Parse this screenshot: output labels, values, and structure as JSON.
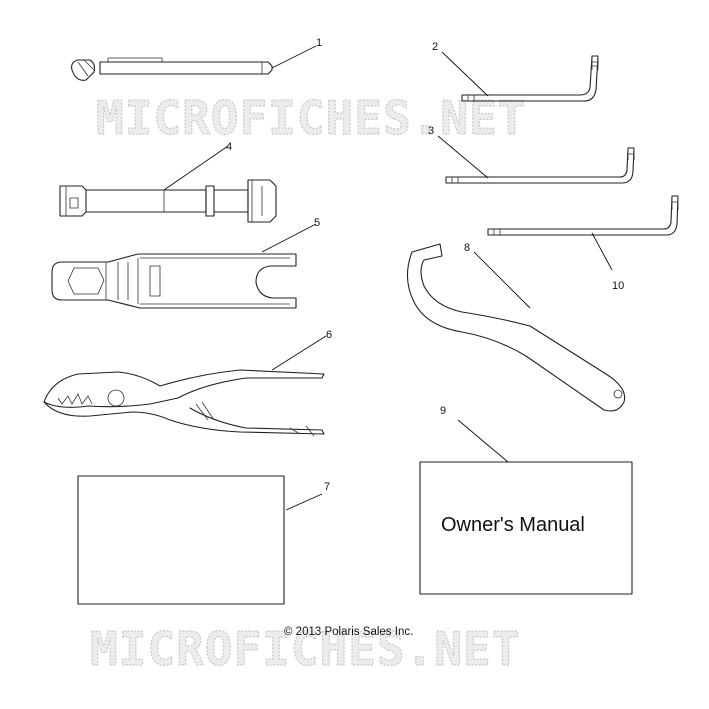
{
  "watermark": "MICROFICHES.NET",
  "manual_title": "Owner's Manual",
  "copyright": "© 2013 Polaris Sales Inc.",
  "callouts": {
    "c1": "1",
    "c2": "2",
    "c3": "3",
    "c4": "4",
    "c5": "5",
    "c6": "6",
    "c7": "7",
    "c8": "8",
    "c9": "9",
    "c10": "10"
  }
}
